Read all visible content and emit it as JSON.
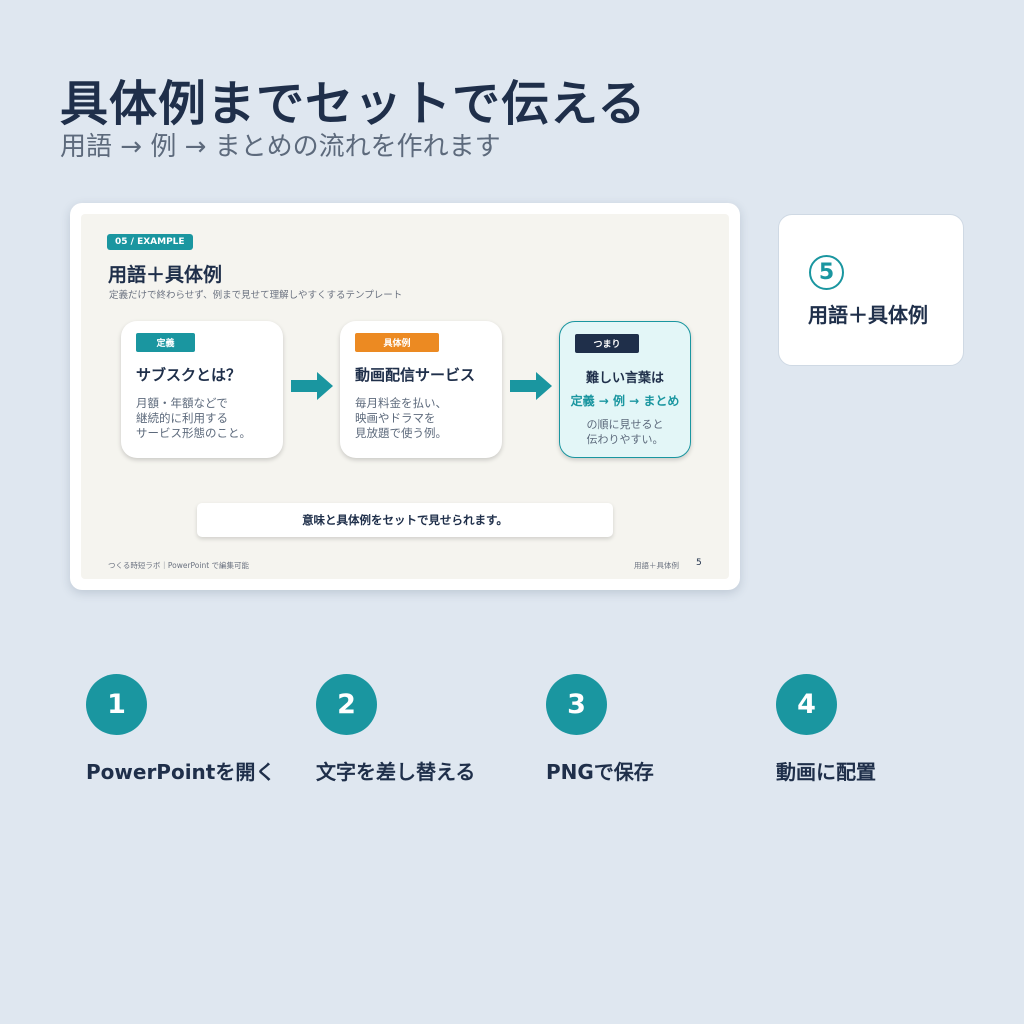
{
  "header": {
    "title": "具体例までセットで伝える",
    "subtitle": "用語 → 例 → まとめの流れを作れます"
  },
  "slide": {
    "badge": "05 / EXAMPLE",
    "title": "用語＋具体例",
    "subtitle": "定義だけで終わらせず、例まで見せて理解しやすくするテンプレート",
    "cards": [
      {
        "tag": "定義",
        "heading": "サブスクとは？",
        "body": [
          "月額・年額などで",
          "継続的に利用する",
          "サービス形態のこと。"
        ]
      },
      {
        "tag": "具体例",
        "heading": "動画配信サービス",
        "body": [
          "毎月料金を払い、",
          "映画やドラマを",
          "見放題で使う例。"
        ]
      },
      {
        "tag": "つまり",
        "heading": "難しい言葉は",
        "flow": "定義 → 例 → まとめ",
        "body": [
          "の順に見せると",
          "伝わりやすい。"
        ]
      }
    ],
    "summary": "意味と具体例をセットで見せられます。",
    "footer_left": "つくる時短ラボ｜PowerPoint で編集可能",
    "footer_right": "用語＋具体例",
    "page_number": "5",
    "arrow_color": "#1a96a0"
  },
  "side_card": {
    "number": "5",
    "label": "用語＋具体例"
  },
  "steps": [
    {
      "number": "1",
      "label": "PowerPointを開く"
    },
    {
      "number": "2",
      "label": "文字を差し替える"
    },
    {
      "number": "3",
      "label": "PNGで保存"
    },
    {
      "number": "4",
      "label": "動画に配置"
    }
  ],
  "colors": {
    "accent": "#1a96a0",
    "orange": "#ec8a22",
    "navy": "#1f2f4a",
    "background": "#dfe7f0"
  }
}
